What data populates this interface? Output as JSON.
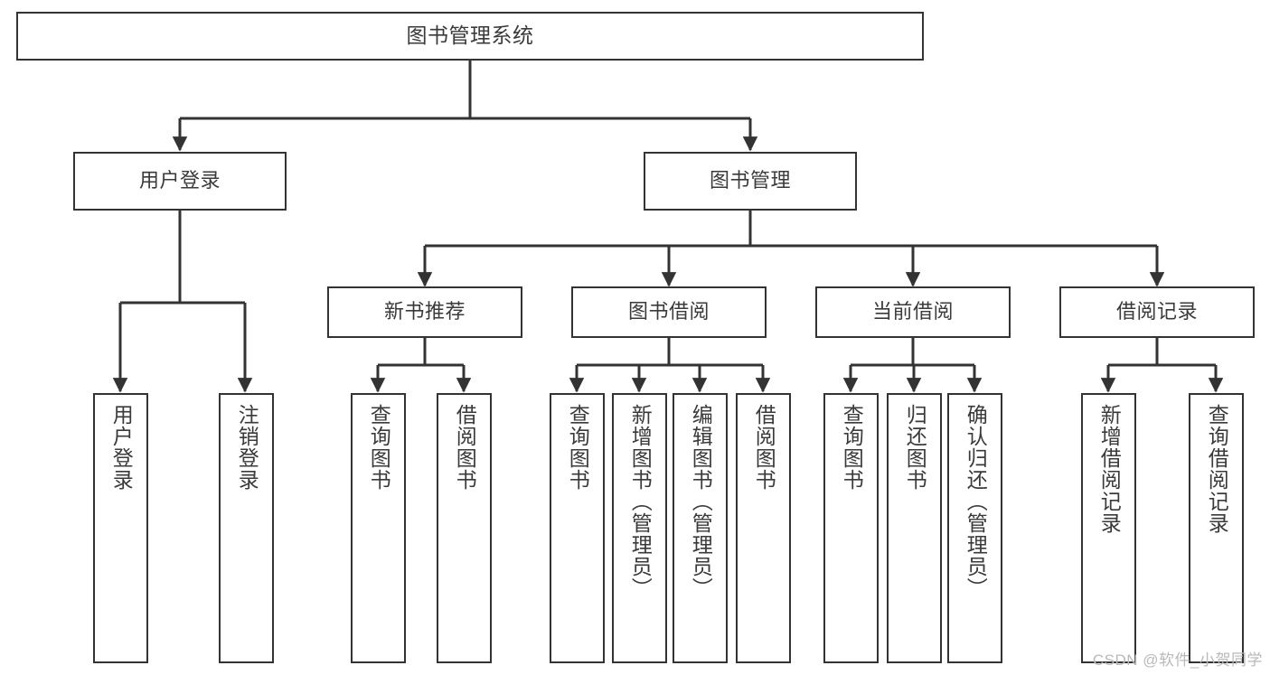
{
  "diagram": {
    "title": "图书管理系统",
    "watermark": "CSDN @软件_小贺同学",
    "colors": {
      "background": "#ffffff",
      "node_border": "#333333",
      "node_fill": "#ffffff",
      "text": "#3a3a3a",
      "edge": "#333333",
      "watermark": "#b9b9b9"
    },
    "levels": {
      "root": "图书管理系统",
      "level1": [
        "用户登录",
        "图书管理"
      ],
      "level2": [
        "新书推荐",
        "图书借阅",
        "当前借阅",
        "借阅记录"
      ]
    },
    "nodes": {
      "root": {
        "label": "图书管理系统"
      },
      "user_login": {
        "label": "用户登录"
      },
      "book_manage": {
        "label": "图书管理"
      },
      "new_book_rec": {
        "label": "新书推荐"
      },
      "book_borrow": {
        "label": "图书借阅"
      },
      "current_borrow": {
        "label": "当前借阅"
      },
      "borrow_record": {
        "label": "借阅记录"
      },
      "leaf_user_login": {
        "label": "用户登录"
      },
      "leaf_logout": {
        "label": "注销登录"
      },
      "leaf_query_book_1": {
        "label": "查询图书"
      },
      "leaf_borrow_book_1": {
        "label": "借阅图书"
      },
      "leaf_query_book_2": {
        "label": "查询图书"
      },
      "leaf_add_book": {
        "label": "新增图书（管理员）"
      },
      "leaf_edit_book": {
        "label": "编辑图书（管理员）"
      },
      "leaf_borrow_book_2": {
        "label": "借阅图书"
      },
      "leaf_query_book_3": {
        "label": "查询图书"
      },
      "leaf_return_book": {
        "label": "归还图书"
      },
      "leaf_confirm_return": {
        "label": "确认归还（管理员）"
      },
      "leaf_add_record": {
        "label": "新增借阅记录"
      },
      "leaf_query_record": {
        "label": "查询借阅记录"
      }
    },
    "tree": {
      "图书管理系统": {
        "用户登录": [
          "用户登录",
          "注销登录"
        ],
        "图书管理": {
          "新书推荐": [
            "查询图书",
            "借阅图书"
          ],
          "图书借阅": [
            "查询图书",
            "新增图书（管理员）",
            "编辑图书（管理员）",
            "借阅图书"
          ],
          "当前借阅": [
            "查询图书",
            "归还图书",
            "确认归还（管理员）"
          ],
          "借阅记录": [
            "新增借阅记录",
            "查询借阅记录"
          ]
        }
      }
    }
  }
}
